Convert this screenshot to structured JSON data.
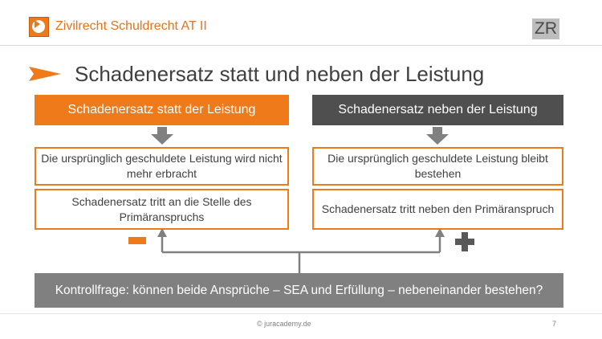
{
  "header": {
    "course_title": "Zivilrecht Schuldrecht AT II",
    "badge": "ZR",
    "logo_icon": "play-icon"
  },
  "slide": {
    "title": "Schadenersatz statt und neben der Leistung",
    "left": {
      "heading": "Schadenersatz statt der Leistung",
      "box1": "Die ursprünglich geschuldete Leistung wird nicht mehr erbracht",
      "box2": "Schadenersatz tritt an die Stelle des Primäranspruchs",
      "symbol": "minus"
    },
    "right": {
      "heading": "Schadenersatz neben der Leistung",
      "box1": "Die ursprünglich geschuldete Leistung bleibt bestehen",
      "box2": "Schadenersatz tritt neben den Primäranspruch",
      "symbol": "plus"
    },
    "question": "Kontrollfrage: können beide Ansprüche – SEA und Erfüllung – nebeneinander bestehen?"
  },
  "footer": {
    "copyright": "© juracademy.de",
    "page_number": "7"
  },
  "colors": {
    "accent": "#ee7a1a",
    "dark_header": "#4f4f4f",
    "question_bg": "#808080",
    "title_text": "#404040"
  }
}
